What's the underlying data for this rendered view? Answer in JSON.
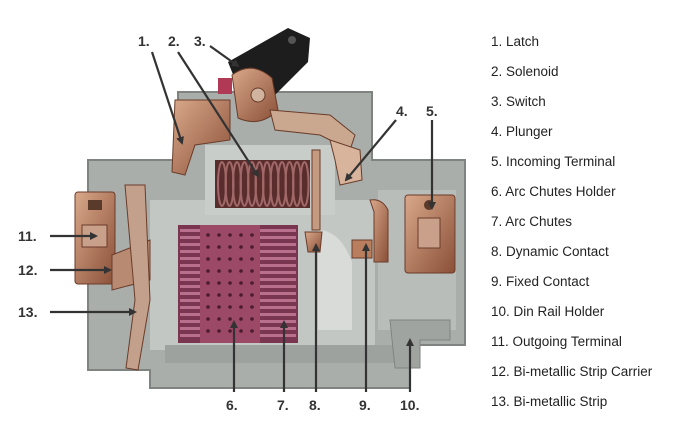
{
  "diagram": {
    "callouts": [
      "1.",
      "2.",
      "3.",
      "4.",
      "5.",
      "6.",
      "7.",
      "8.",
      "9.",
      "10.",
      "11.",
      "12.",
      "13."
    ],
    "legend": [
      "1. Latch",
      "2. Solenoid",
      "3. Switch",
      "4. Plunger",
      "5. Incoming Terminal",
      "6. Arc Chutes Holder",
      "7. Arc Chutes",
      "8. Dynamic Contact",
      "9. Fixed Contact",
      "10. Din Rail Holder",
      "11. Outgoing Terminal",
      "12. Bi-metallic Strip Carrier",
      "13. Bi-metallic Strip"
    ]
  },
  "colors": {
    "housing": "#a9aeaa",
    "housing_dark": "#868b88",
    "cavity": "#c9cdca",
    "copper": "#b97e5e",
    "copper_dark": "#7d4a35",
    "coil": "#6b3a3a",
    "arc_chute": "#8c3f5a",
    "knob": "#1d1d1d",
    "label": "#333333",
    "leader": "#333333"
  }
}
